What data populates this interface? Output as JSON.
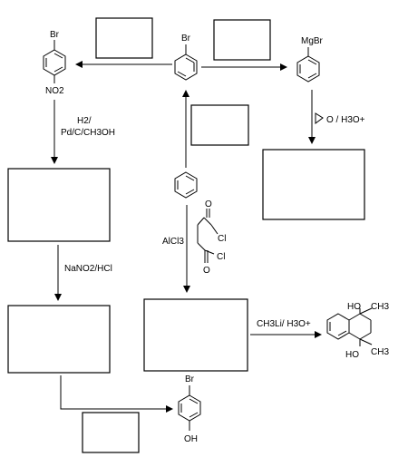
{
  "labels": {
    "bromo_top": "Br",
    "bromo_nitro_br": "Br",
    "nitro": "NO2",
    "grignard": "MgBr",
    "hydrogenation": "H2/",
    "hydrogenation_cond": "Pd/C/CH3OH",
    "epoxide_reagent": "O / H3O+",
    "friedel_crafts": "AlCl3",
    "acyl_cl_1": "Cl",
    "acyl_cl_2": "Cl",
    "acyl_o_1": "O",
    "acyl_o_2": "O",
    "diazotization": "NaNO2/HCl",
    "methyllithium": "CH3Li/ H3O+",
    "ho_top": "HO",
    "ch3_top": "CH3",
    "ho_bottom": "HO",
    "ch3_bottom": "CH3",
    "phenol_br": "Br",
    "phenol_oh": "OH"
  }
}
